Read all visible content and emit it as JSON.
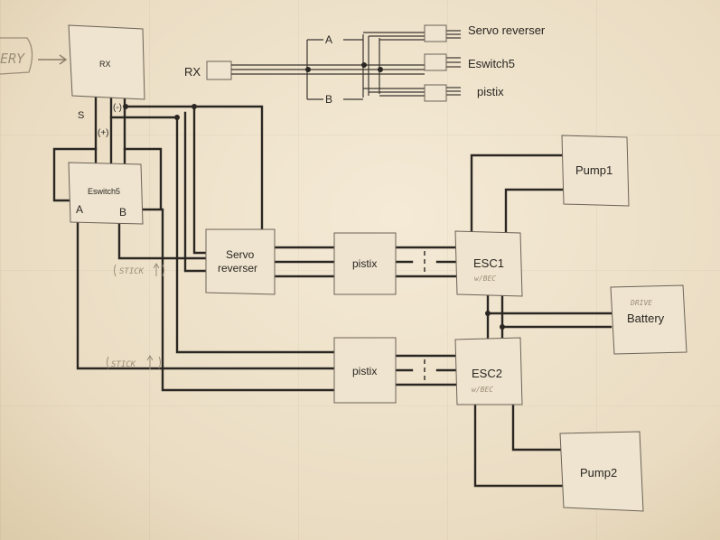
{
  "labels": {
    "battery_partial": "ERY",
    "rx_main": "RX",
    "rx_legend": "RX",
    "legend_a": "A",
    "legend_b": "B",
    "legend_servo": "Servo reverser",
    "legend_eswitch": "Eswitch5",
    "legend_pistix": "pistix",
    "pin_s": "S",
    "pin_plus": "(+)",
    "pin_minus": "(-)",
    "eswitch": "Eswitch5",
    "eswitch_a": "A",
    "eswitch_b": "B",
    "servo_line1": "Servo",
    "servo_line2": "reverser",
    "pistix_top": "pistix",
    "pistix_bottom": "pistix",
    "esc1": "ESC1",
    "esc1_note": "w/BEC",
    "esc2": "ESC2",
    "esc2_note": "w/BEC",
    "pump1": "Pump1",
    "pump2": "Pump2",
    "battery_note": "DRIVE",
    "battery": "Battery",
    "stick_top": "STICK",
    "stick_bottom": "STICK"
  }
}
